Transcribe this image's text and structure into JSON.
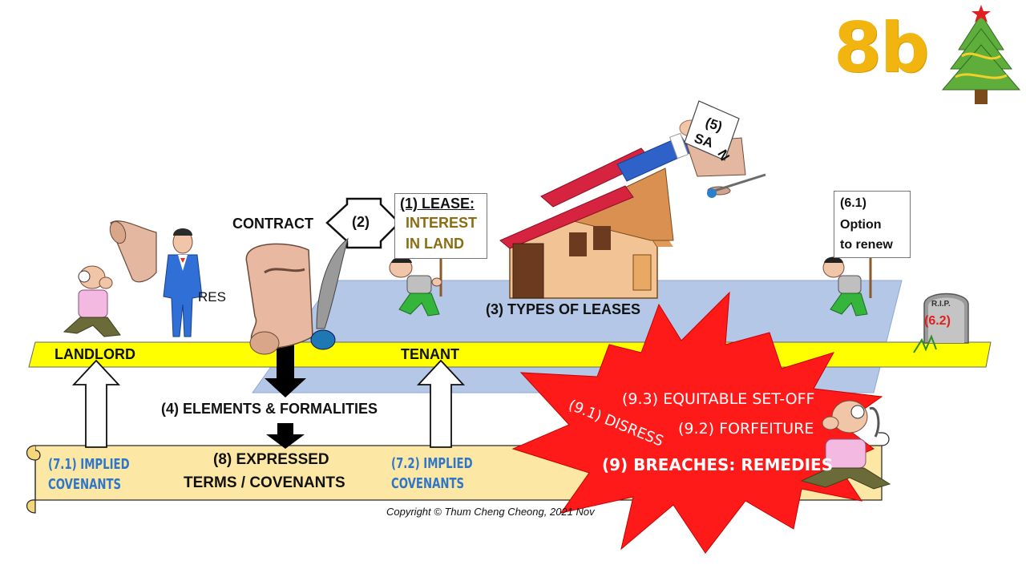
{
  "title": "8b",
  "nodes": {
    "landlord": "LANDLORD",
    "tenant": "TENANT",
    "res": "RES",
    "contract": "CONTRACT",
    "link_2": "(2)",
    "lease_title": "(1) LEASE:",
    "lease_line1": "INTEREST",
    "lease_line2": "IN LAND",
    "types": "(3) TYPES OF LEASES",
    "elements": "(4) ELEMENTS & FORMALITIES",
    "san_num": "(5)",
    "san_sa": "SA",
    "san_n": "N",
    "option_num": "(6.1)",
    "option_l1": "Option",
    "option_l2": "to renew",
    "rip": "R.I.P.",
    "rip_num": "(6.2)",
    "implied1_l1": "(7.1) IMPLIED",
    "implied1_l2": "COVENANTS",
    "implied2_l1": "(7.2) IMPLIED",
    "implied2_l2": "COVENANTS",
    "expressed_l1": "(8) EXPRESSED",
    "expressed_l2": "TERMS / COVENANTS",
    "remedy_91": "(9.1) DISRESS",
    "remedy_92": "(9.2) FORFEITURE",
    "remedy_93": "(9.3) EQUITABLE SET-OFF",
    "breaches": "(9) BREACHES:  REMEDIES"
  },
  "copyright": "Copyright © Thum Cheng Cheong, 2021 Nov",
  "colors": {
    "title": "#f2b50f",
    "yellow_bar": "#ffff00",
    "blue_plane": "#b4c7e7",
    "scroll": "#fce8a4",
    "starburst": "#ff0000",
    "implied_text": "#2e76c9",
    "lease_text": "#8a6d12",
    "rip_text": "#e02020"
  },
  "icons": [
    "christmas-tree-icon",
    "scroll-icon",
    "quill-icon",
    "house-icon",
    "gravestone-icon",
    "person-icon",
    "hand-icon"
  ]
}
